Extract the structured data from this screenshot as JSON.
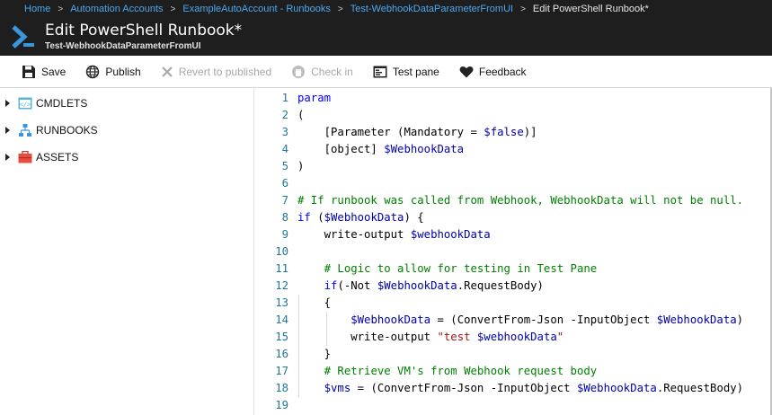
{
  "breadcrumb": {
    "items": [
      "Home",
      "Automation Accounts",
      "ExampleAutoAccount - Runbooks",
      "Test-WebhookDataParameterFromUI"
    ],
    "current": "Edit PowerShell Runbook*"
  },
  "header": {
    "title": "Edit PowerShell Runbook*",
    "subtitle": "Test-WebhookDataParameterFromUI"
  },
  "toolbar": {
    "save": "Save",
    "publish": "Publish",
    "revert": "Revert to published",
    "checkin": "Check in",
    "testpane": "Test pane",
    "feedback": "Feedback"
  },
  "tree": {
    "cmdlets": "CMDLETS",
    "runbooks": "RUNBOOKS",
    "assets": "ASSETS"
  },
  "editor": {
    "lines": [
      {
        "n": "1",
        "text": "param"
      },
      {
        "n": "2",
        "text": "("
      },
      {
        "n": "3",
        "text": "    [Parameter (Mandatory = $false)]"
      },
      {
        "n": "4",
        "text": "    [object] $WebhookData"
      },
      {
        "n": "5",
        "text": ")"
      },
      {
        "n": "6",
        "text": ""
      },
      {
        "n": "7",
        "text": "# If runbook was called from Webhook, WebhookData will not be null."
      },
      {
        "n": "8",
        "text": "if ($WebhookData) {"
      },
      {
        "n": "9",
        "text": "    write-output $webhookData"
      },
      {
        "n": "10",
        "text": ""
      },
      {
        "n": "11",
        "text": "    # Logic to allow for testing in Test Pane"
      },
      {
        "n": "12",
        "text": "    if(-Not $WebhookData.RequestBody)"
      },
      {
        "n": "13",
        "text": "    {"
      },
      {
        "n": "14",
        "text": "        $WebhookData = (ConvertFrom-Json -InputObject $WebhookData)"
      },
      {
        "n": "15",
        "text": "        write-output \"test $webhookData\""
      },
      {
        "n": "16",
        "text": "    }"
      },
      {
        "n": "17",
        "text": "    # Retrieve VM's from Webhook request body"
      },
      {
        "n": "18",
        "text": "    $vms = (ConvertFrom-Json -InputObject $WebhookData.RequestBody)"
      },
      {
        "n": "19",
        "text": ""
      }
    ]
  },
  "colors": {
    "header_bg": "#1e1e1e",
    "link": "#4ca8f0",
    "keyword": "#0000ff",
    "variable": "#0000aa",
    "comment": "#008000",
    "string": "#a31515",
    "line_number": "#237893"
  }
}
